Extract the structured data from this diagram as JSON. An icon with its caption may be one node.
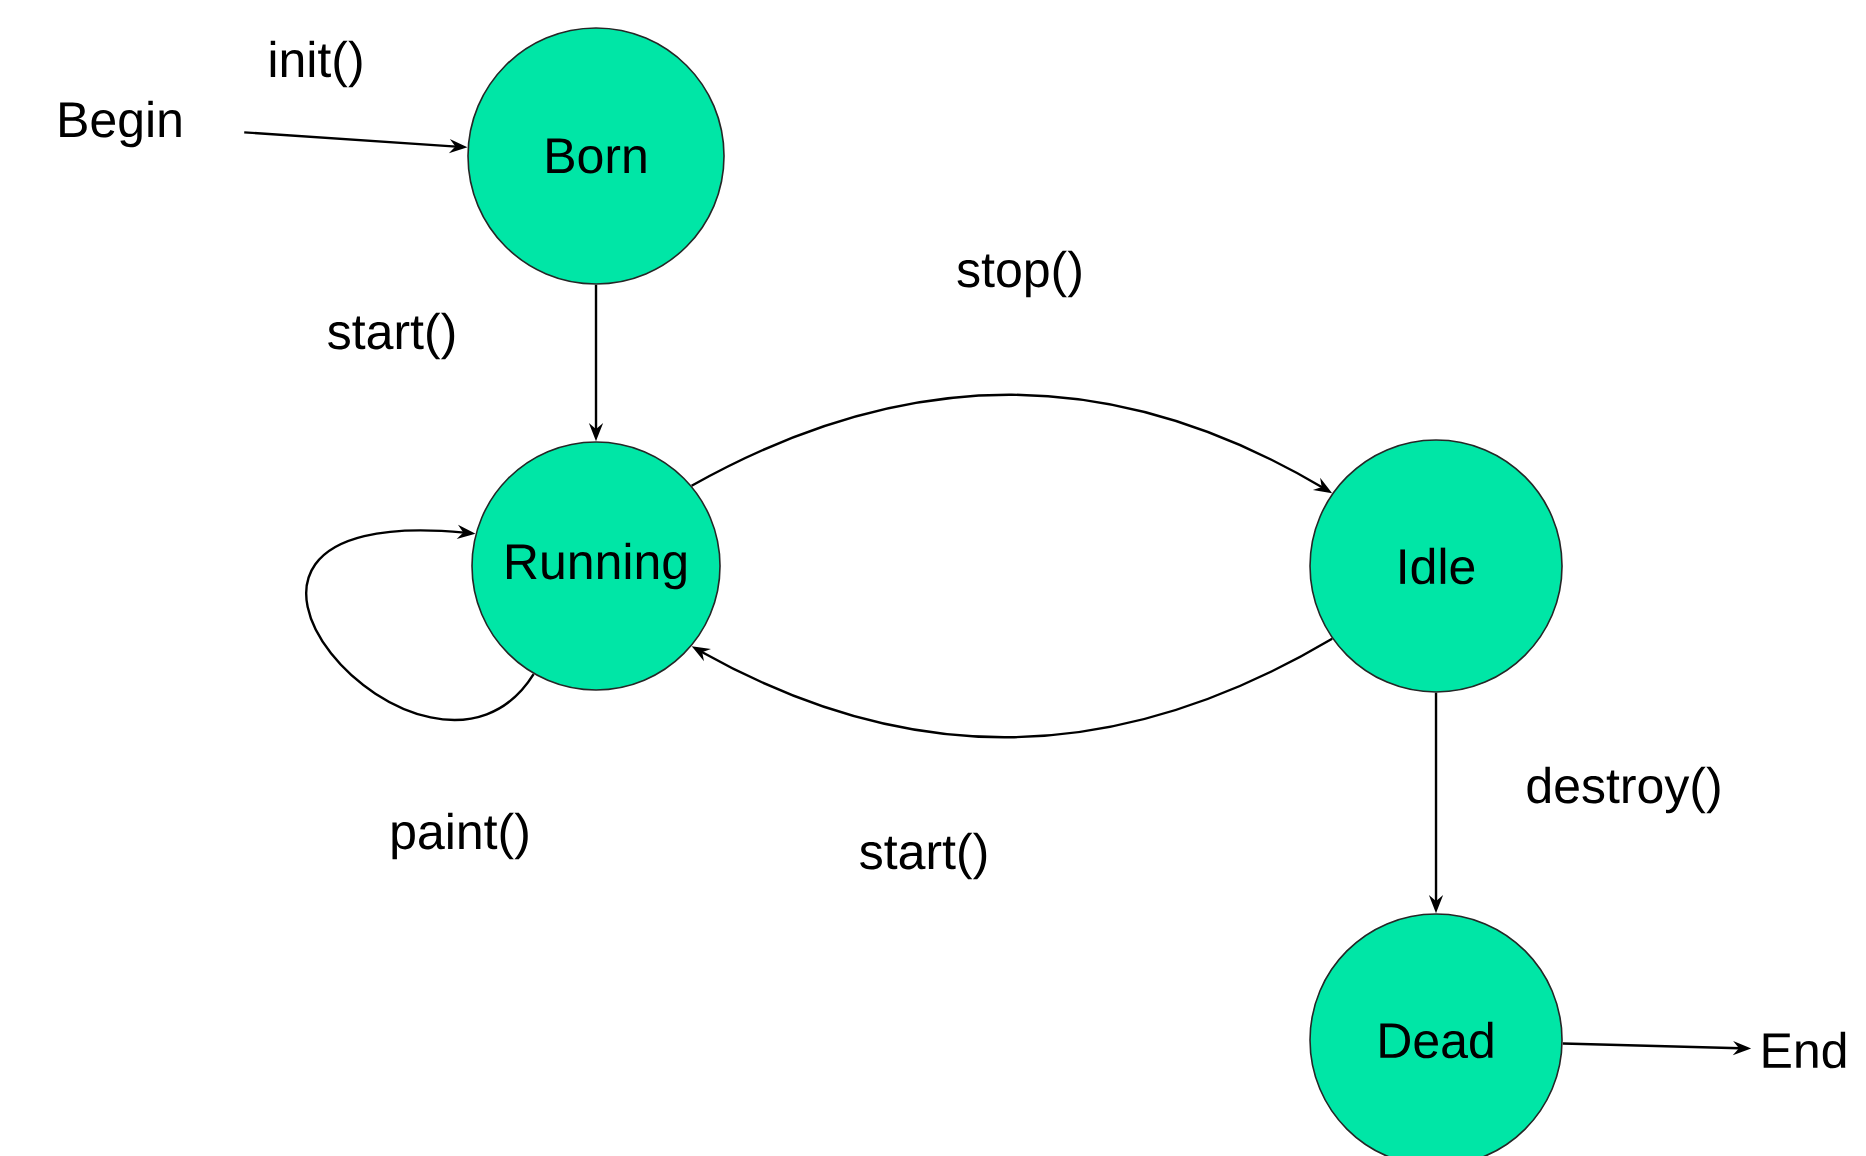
{
  "diagram": {
    "nodes": [
      {
        "text": [
          "Begin"
        ]
      },
      {
        "text": [
          "Born"
        ]
      },
      {
        "text": [
          "Running"
        ]
      },
      {
        "text": [
          "Idle"
        ]
      },
      {
        "text": [
          "Dead"
        ]
      },
      {
        "text": [
          "End"
        ]
      }
    ],
    "edges": [
      {
        "from": 0,
        "to": 1,
        "arrow": "to",
        "label": "init()"
      },
      {
        "from": 1,
        "to": 2,
        "arrow": "to",
        "label": "start()"
      },
      {
        "from": 2,
        "to": 3,
        "arrow": "to",
        "label": "stop()"
      },
      {
        "from": 3,
        "to": 2,
        "arrow": "to",
        "label": "start()"
      },
      {
        "from": 2,
        "to": 2,
        "arrow": "to",
        "label": "paint()"
      },
      {
        "from": 3,
        "to": 4,
        "arrow": "to",
        "label": "destroy()"
      },
      {
        "from": 4,
        "to": 5,
        "arrow": "to"
      }
    ]
  }
}
